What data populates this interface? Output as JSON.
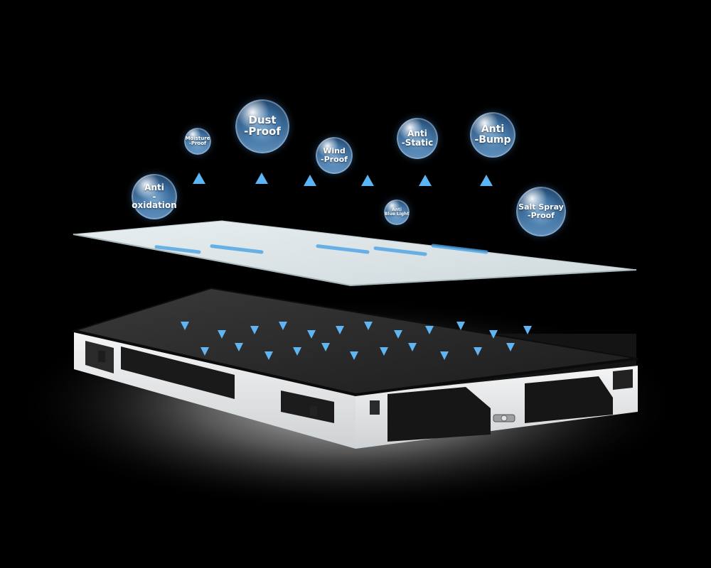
{
  "bubbles": {
    "anti_oxidation": "Anti\n-oxidation",
    "moisture_proof": "Moisture\n-Proof",
    "dust_proof": "Dust\n-Proof",
    "wind_proof": "Wind\n-Proof",
    "anti_blue_light": "Anti\nBlue Light",
    "anti_static": "Anti\n-Static",
    "anti_bump": "Anti\n-Bump",
    "salt_spray_proof": "Salt Spray\n-Proof"
  },
  "colors": {
    "arrow_blue": "#4aa3e6",
    "glass_panel": "#dfe7ea",
    "cabinet_frame": "#e9ebec",
    "screen_surface": "#262626"
  }
}
